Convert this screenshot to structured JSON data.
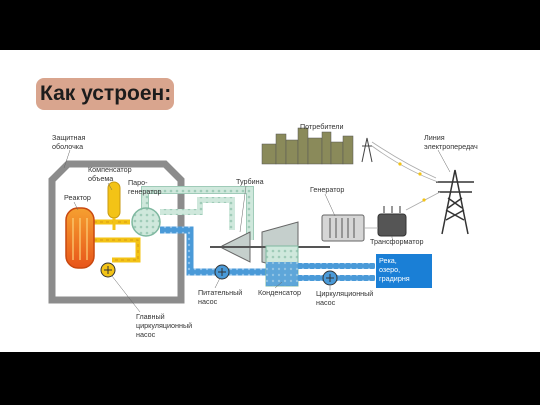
{
  "slide": {
    "title": "Как устроен:"
  },
  "diagram": {
    "labels": {
      "containment": [
        "Защитная",
        "оболочка"
      ],
      "pressurizer": [
        "Компенсатор",
        "объема"
      ],
      "reactor": "Реактор",
      "steam_generator": [
        "Паро-",
        "генератор"
      ],
      "turbine": "Турбина",
      "consumers": "Потребители",
      "power_line": [
        "Линия",
        "электропередач"
      ],
      "generator": "Генератор",
      "transformer": "Трансформатор",
      "water_source": [
        "Река,",
        "озеро,",
        "градирня"
      ],
      "feed_pump": [
        "Питательный",
        "насос"
      ],
      "condenser": "Конденсатор",
      "circulation_pump": [
        "Циркуляционный",
        "насос"
      ],
      "main_pump": [
        "Главный",
        "циркуляционный",
        "насос"
      ]
    },
    "colors": {
      "reactor_core": "#f07a1a",
      "primary_loop": "#f3c316",
      "steam": "#cfe8dc",
      "cooling_water": "#4a9ad8",
      "water_box": "#1a7fd6",
      "building": "#8c8c8c"
    }
  }
}
